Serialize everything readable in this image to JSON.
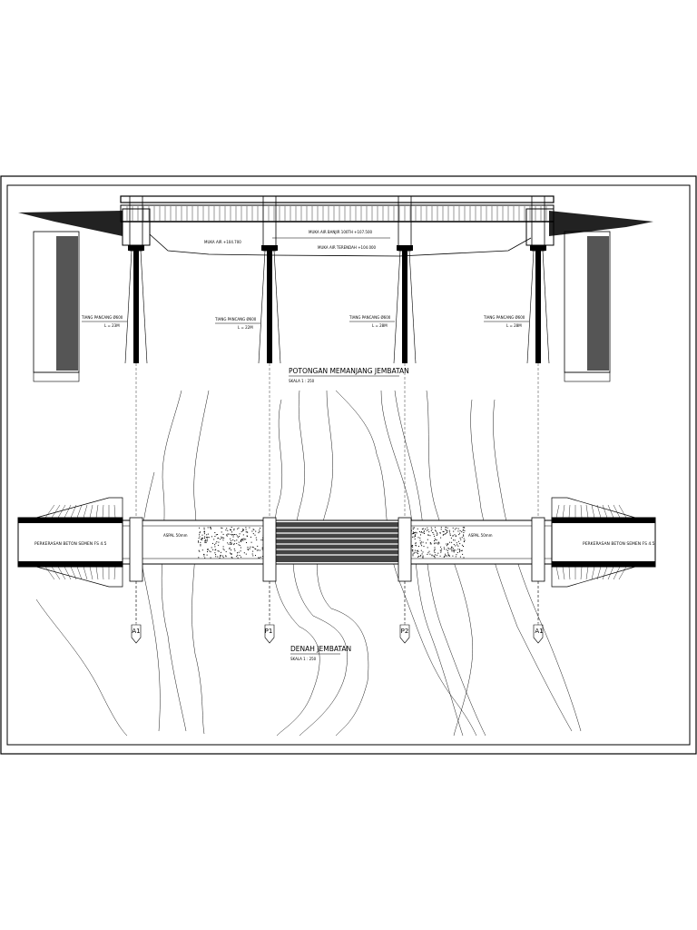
{
  "section": {
    "title": "POTONGAN MEMANJANG JEMBATAN",
    "scale": "SKALA 1 : 250",
    "water_levels": {
      "flood": "MUKA AIR BANJIR 100TH +107.500",
      "normal": "MUKA AIR +104.700",
      "low": "MUKA AIR TERENDAH +104.000"
    },
    "piles": [
      {
        "name": "TIANG PANCANG Ø600",
        "length": "L = 23M"
      },
      {
        "name": "TIANG PANCANG Ø600",
        "length": "L = 22M"
      },
      {
        "name": "TIANG PANCANG Ø600",
        "length": "L = 28M"
      },
      {
        "name": "TIANG PANCANG Ø600",
        "length": "L = 28M"
      }
    ]
  },
  "plan": {
    "title": "DENAH JEMBATAN",
    "scale": "SKALA 1 : 250",
    "pavement_left": "PERKERASAN BETON SEMEN FS 4.5",
    "pavement_right": "PERKERASAN BETON SEMEN FS 4.5",
    "deck_left": "ASPAL 50mm",
    "deck_right": "ASPAL 50mm",
    "supports": [
      "A1",
      "P1",
      "P2",
      "A1"
    ]
  },
  "colors": {
    "ink": "#000000",
    "paper": "#ffffff"
  }
}
